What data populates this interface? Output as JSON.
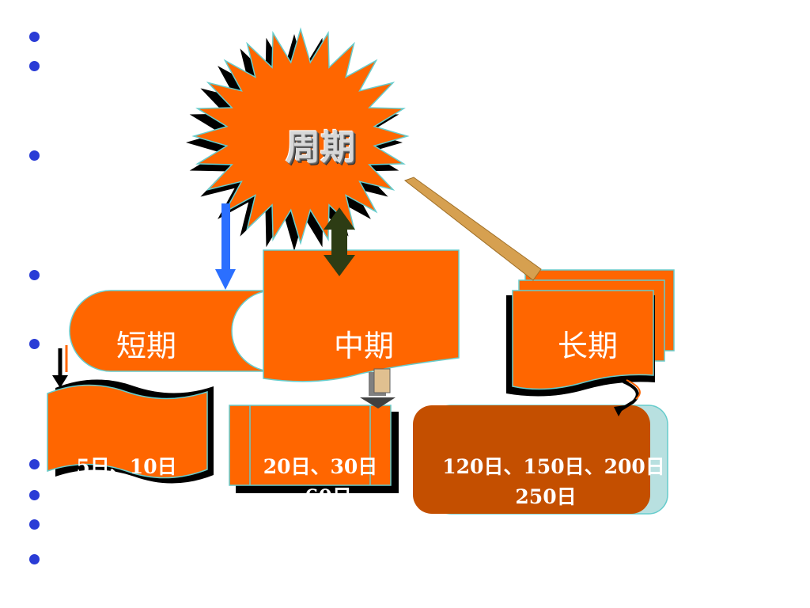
{
  "title": "周期",
  "categories": {
    "short": "短期",
    "mid": "中期",
    "long": "长期"
  },
  "periods": {
    "short": "5日、10日",
    "mid_line1": "20日、30日",
    "mid_line2": "60日",
    "long_line1": "120日、150日、200日",
    "long_line2": "250日"
  },
  "colors": {
    "orange": "#ff6600",
    "dark_orange": "#c44f00",
    "teal_outline": "#66cccc",
    "bullet": "#2a3cd6",
    "blue_arrow": "#2b6fff",
    "green_arrow": "#2d3c14",
    "tan_arrow": "#d6a050"
  }
}
